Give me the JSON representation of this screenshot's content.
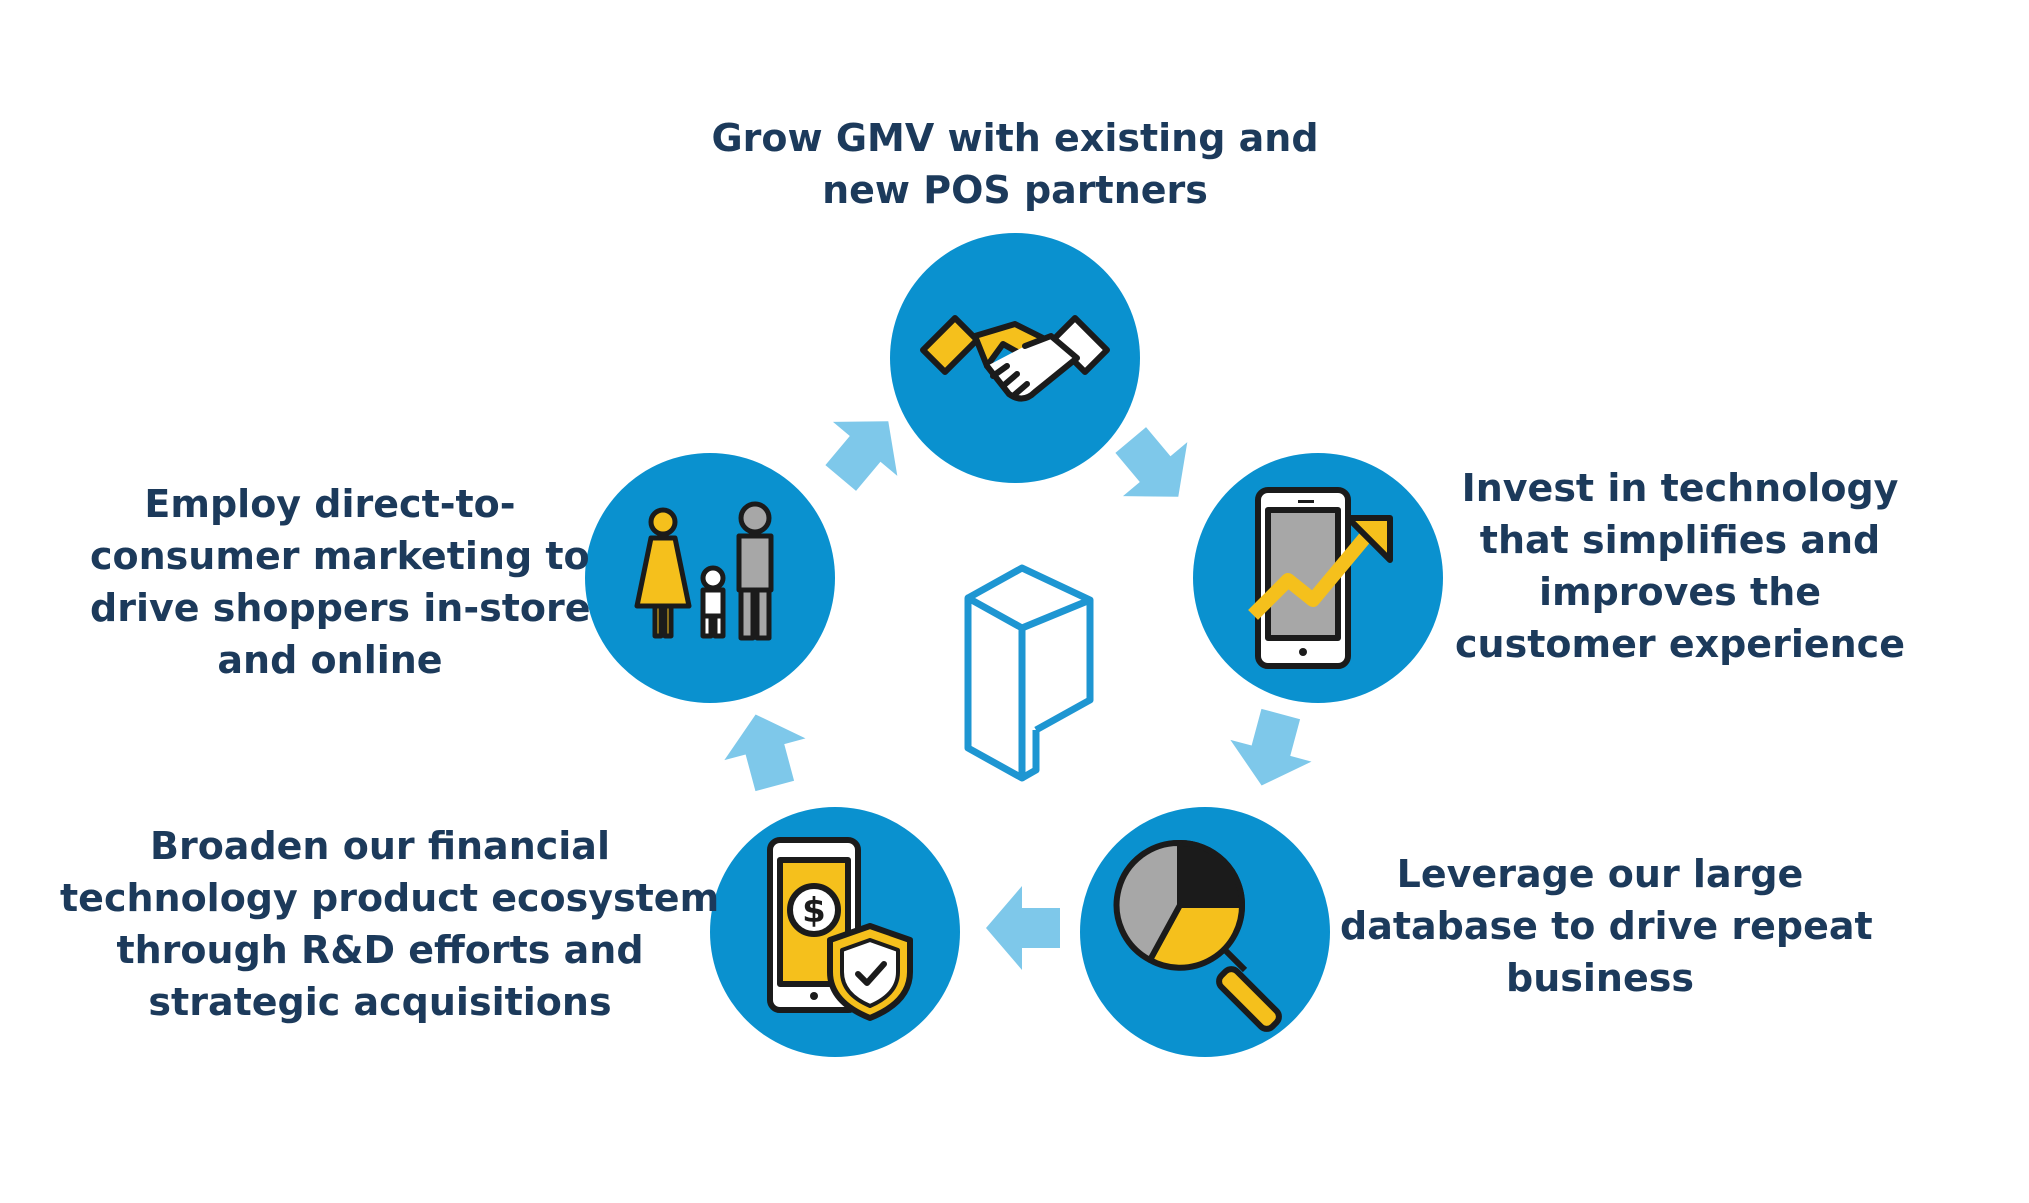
{
  "steps": [
    {
      "id": "grow-gmv",
      "icon": "handshake-icon",
      "lines": [
        "Grow GMV with existing and",
        "new POS partners"
      ]
    },
    {
      "id": "invest-technology",
      "icon": "smartphone-growth-chart-icon",
      "lines": [
        "Invest in technology",
        "that simplifies and",
        "improves the",
        "customer experience"
      ]
    },
    {
      "id": "leverage-database",
      "icon": "magnifying-glass-pie-chart-icon",
      "lines": [
        "Leverage our large",
        "database to drive repeat",
        "business"
      ]
    },
    {
      "id": "broaden-fintech",
      "icon": "smartphone-dollar-shield-icon",
      "lines": [
        "Broaden our financial",
        "technology product ecosystem",
        "through R&D efforts and",
        "strategic acquisitions"
      ]
    },
    {
      "id": "employ-dtc",
      "icon": "family-icon",
      "lines": [
        "Employ direct-to-",
        "consumer marketing to",
        "drive shoppers in-store",
        "and online"
      ]
    }
  ],
  "center_logo": "p-logo-icon",
  "colors": {
    "circle": "#0a91cf",
    "arrow": "#7ec8ea",
    "text": "#1c3a5b",
    "accent_yellow": "#f5c01c",
    "icon_dark": "#1b1b1b",
    "icon_gray": "#a7a7a7",
    "logo_stroke": "#1e96d2"
  }
}
